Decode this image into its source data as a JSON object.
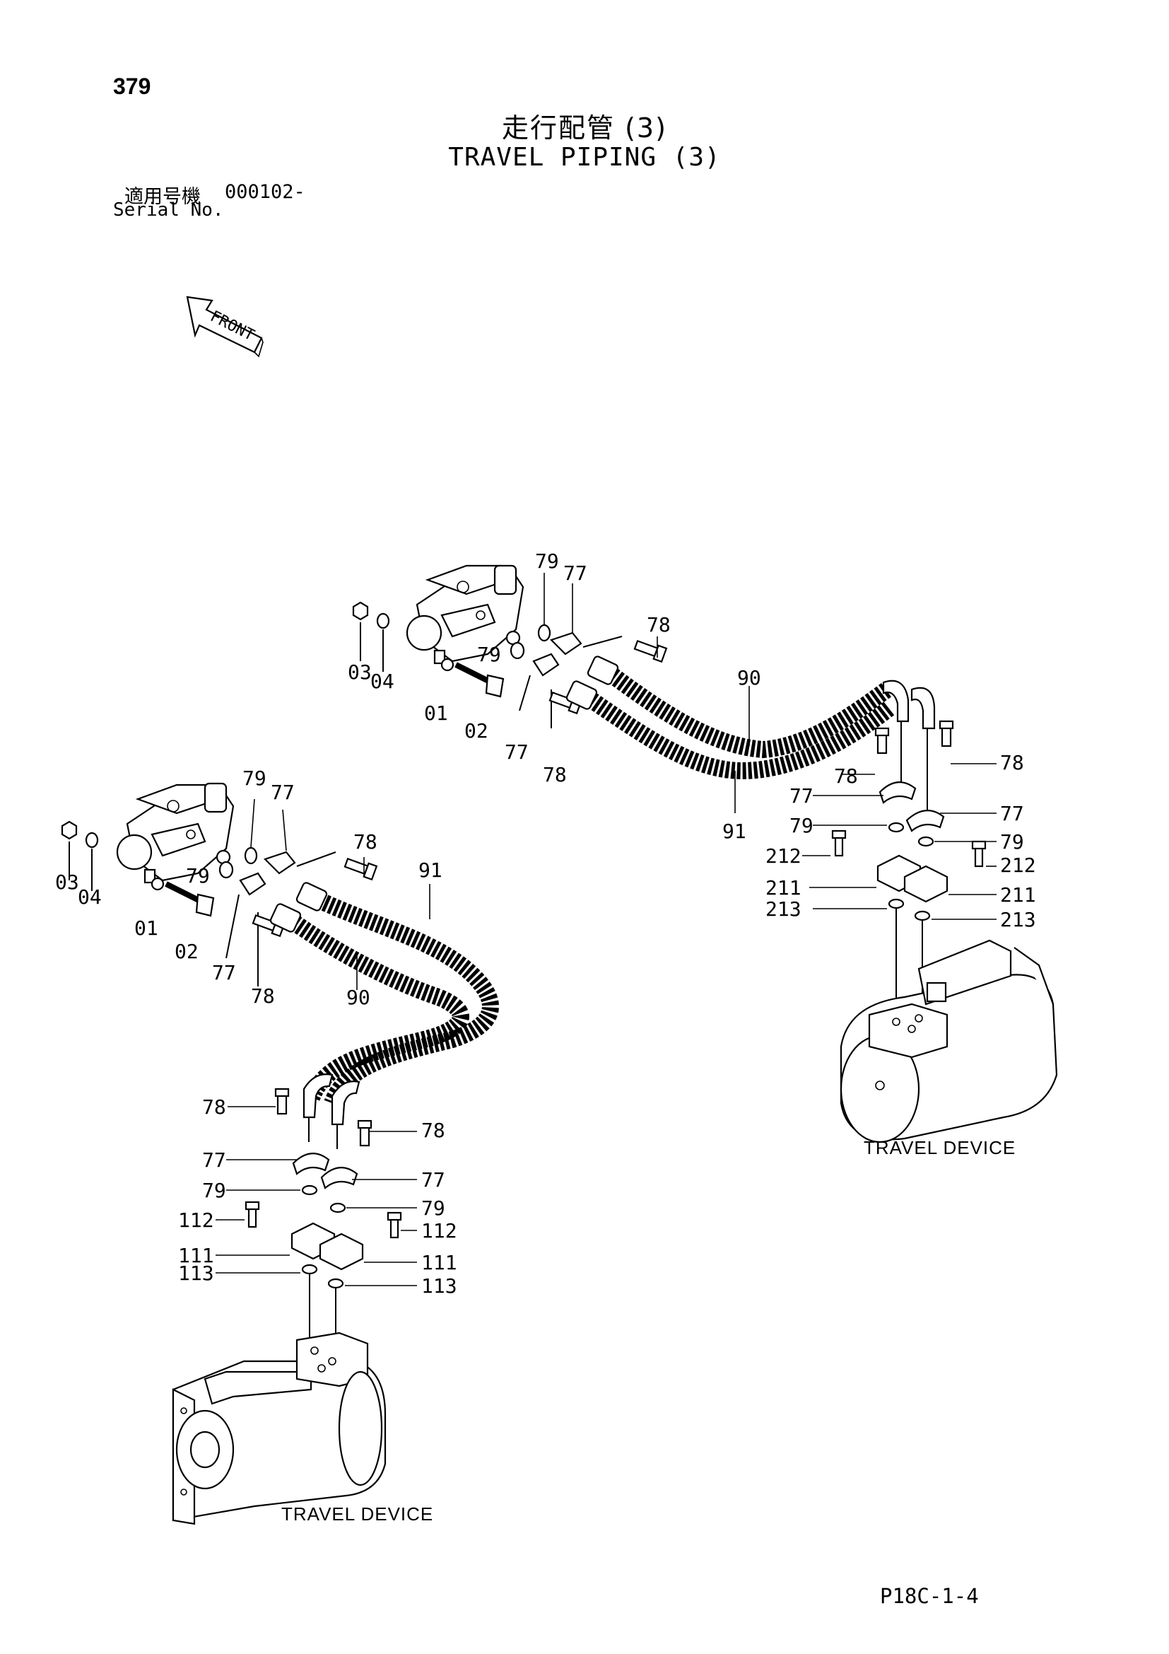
{
  "header": {
    "page_number": "379",
    "title_jp": "走行配管 (3)",
    "title_en": "TRAVEL PIPING (3)",
    "serial_label_jp": "適用号機",
    "serial_value": "000102-",
    "serial_label_en": "Serial No."
  },
  "front_arrow": {
    "label": "FRONT"
  },
  "device_labels": {
    "right": "TRAVEL DEVICE",
    "left": "TRAVEL DEVICE"
  },
  "footer": {
    "code": "P18C-1-4"
  },
  "callouts": {
    "r79_top": "79",
    "r77_top": "77",
    "r78_top": "78",
    "r03": "03",
    "r04": "04",
    "r79_mid": "79",
    "r01": "01",
    "r02": "02",
    "r77_low": "77",
    "r78_low": "78",
    "r90": "90",
    "r91": "91",
    "r78_a": "78",
    "r78_b": "78",
    "r77_a": "77",
    "r77_b": "77",
    "r79_a": "79",
    "r79_b": "79",
    "r212_a": "212",
    "r212_b": "212",
    "r211_a": "211",
    "r211_b": "211",
    "r213_a": "213",
    "r213_b": "213",
    "l79_top": "79",
    "l77_top": "77",
    "l78_top": "78",
    "l91": "91",
    "l03": "03",
    "l04": "04",
    "l79_mid": "79",
    "l01": "01",
    "l02": "02",
    "l77_low": "77",
    "l78_low": "78",
    "l90": "90",
    "l78_a": "78",
    "l78_b": "78",
    "l77_a": "77",
    "l77_b": "77",
    "l79_a": "79",
    "l79_b": "79",
    "l112_a": "112",
    "l112_b": "112",
    "l111_a": "111",
    "l111_b": "111",
    "l113_a": "113",
    "l113_b": "113"
  }
}
